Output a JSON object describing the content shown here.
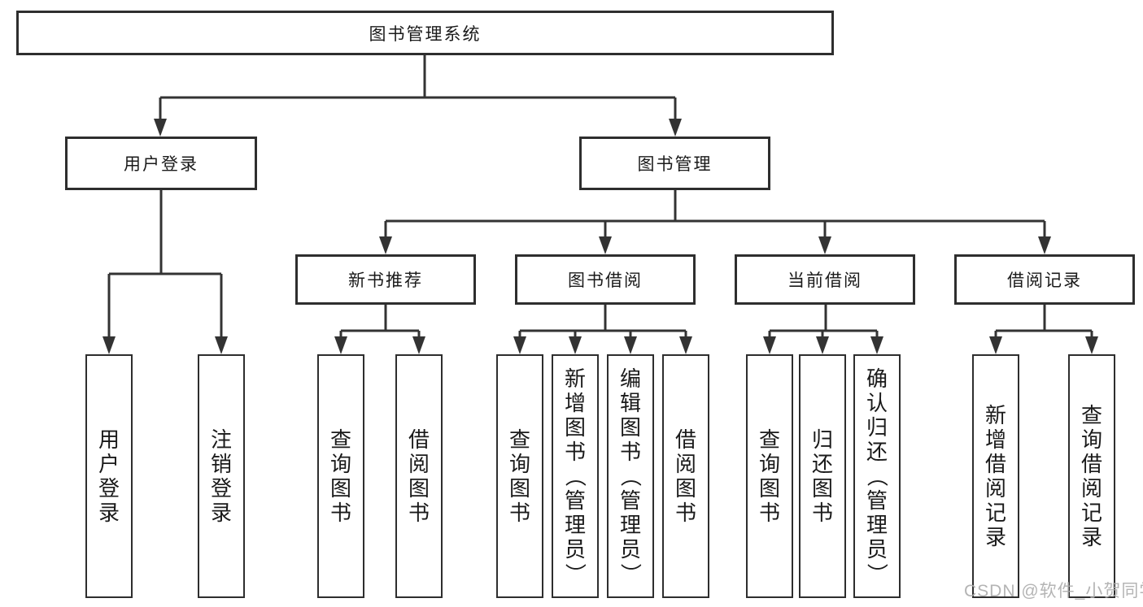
{
  "diagram": {
    "tree": {
      "label": "图书管理系统",
      "children": [
        {
          "label": "用户登录",
          "children": [
            {
              "label": "用户登录"
            },
            {
              "label": "注销登录"
            }
          ]
        },
        {
          "label": "图书管理",
          "children": [
            {
              "label": "新书推荐",
              "children": [
                {
                  "label": "查询图书"
                },
                {
                  "label": "借阅图书"
                }
              ]
            },
            {
              "label": "图书借阅",
              "children": [
                {
                  "label": "查询图书"
                },
                {
                  "label": "新增图书（管理员）"
                },
                {
                  "label": "编辑图书（管理员）"
                },
                {
                  "label": "借阅图书"
                }
              ]
            },
            {
              "label": "当前借阅",
              "children": [
                {
                  "label": "查询图书"
                },
                {
                  "label": "归还图书"
                },
                {
                  "label": "确认归还（管理员）"
                }
              ]
            },
            {
              "label": "借阅记录",
              "children": [
                {
                  "label": "新增借阅记录"
                },
                {
                  "label": "查询借阅记录"
                }
              ]
            }
          ]
        }
      ]
    },
    "colors": {
      "background": "#ffffff",
      "box_border": "#2e2e2e",
      "connector_line": "#333333",
      "text": "#1a1a1a",
      "watermark": "#acacac"
    }
  },
  "watermark": {
    "text": "CSDN @软件_小贺同学"
  }
}
